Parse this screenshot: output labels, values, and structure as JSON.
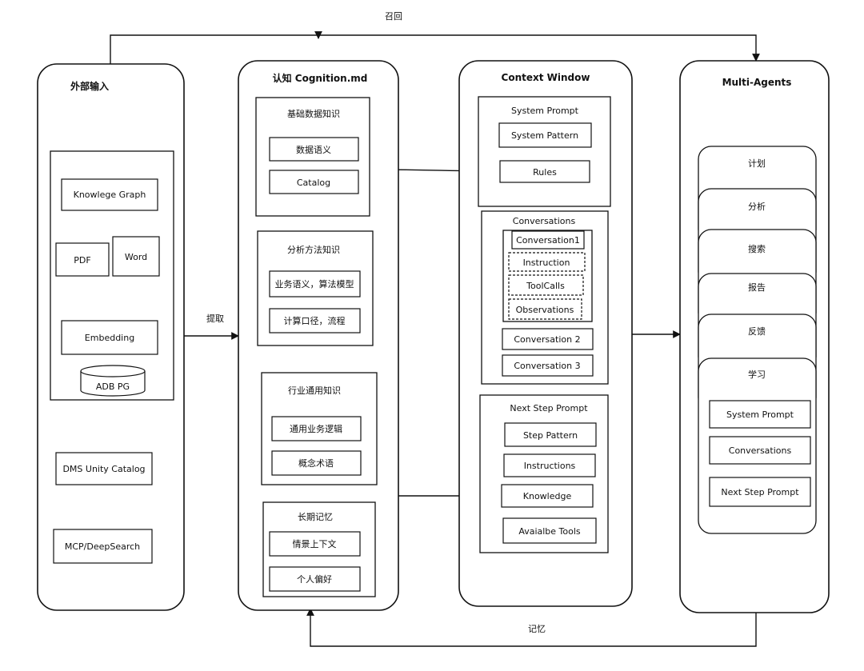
{
  "edge_labels": {
    "recall": "召回",
    "extract": "提取",
    "memory": "记忆"
  },
  "external_input": {
    "title": "外部输入",
    "knowledge_graph": "Knowlege Graph",
    "pdf": "PDF",
    "word": "Word",
    "embedding": "Embedding",
    "adb_pg": "ADB PG",
    "dms_catalog": "DMS Unity Catalog",
    "mcp": "MCP/DeepSearch"
  },
  "cognition": {
    "title": "认知 Cognition.md",
    "basic": {
      "title": "基础数据知识",
      "items": [
        "数据语义",
        "Catalog"
      ]
    },
    "analysis": {
      "title": "分析方法知识",
      "items": [
        "业务语义，算法模型",
        "计算口径，流程"
      ]
    },
    "industry": {
      "title": "行业通用知识",
      "items": [
        "通用业务逻辑",
        "概念术语"
      ]
    },
    "longterm": {
      "title": "长期记忆",
      "items": [
        "情景上下文",
        "个人偏好"
      ]
    }
  },
  "context_window": {
    "title": "Context Window",
    "system_prompt": {
      "title": "System Prompt",
      "items": [
        "System Pattern",
        "Rules"
      ]
    },
    "conversations": {
      "title": "Conversations",
      "conversation1": "Conversation1",
      "sub_items": [
        "Instruction",
        "ToolCalls",
        "Observations"
      ],
      "conversation2": "Conversation 2",
      "conversation3": "Conversation 3"
    },
    "next_step_prompt": {
      "title": "Next Step Prompt",
      "items": [
        "Step Pattern",
        "Instructions",
        "Knowledge",
        "Avaialbe Tools"
      ]
    }
  },
  "multi_agents": {
    "title": "Multi-Agents",
    "cards": [
      "计划",
      "分析",
      "搜索",
      "报告",
      "反馈",
      "学习"
    ],
    "items": [
      "System Prompt",
      "Conversations",
      "Next Step Prompt"
    ]
  }
}
